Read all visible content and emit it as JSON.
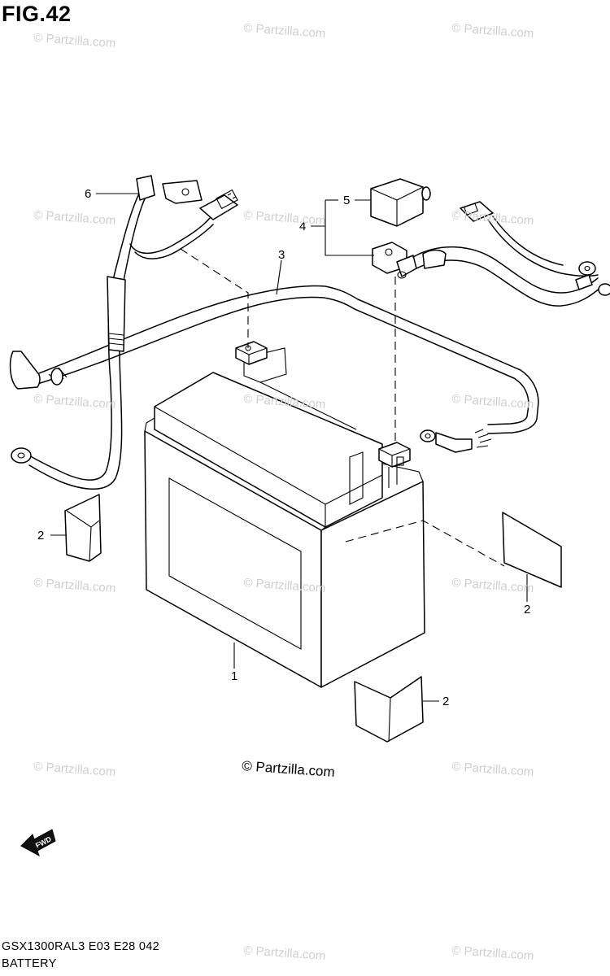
{
  "figure": {
    "title": "FIG.42",
    "model_code": "GSX1300RAL3  E03  E28  042",
    "section_name": "BATTERY",
    "center_watermark": "© Partzilla.com",
    "watermark_text": "© Partzilla.com",
    "fwd_label": "FWD"
  },
  "callouts": {
    "battery": "1",
    "pad_left": "2",
    "pad_right": "2",
    "pad_bottom": "2",
    "band": "3",
    "terminal_set": "4",
    "terminal_cover": "5",
    "starter_lead": "6"
  }
}
